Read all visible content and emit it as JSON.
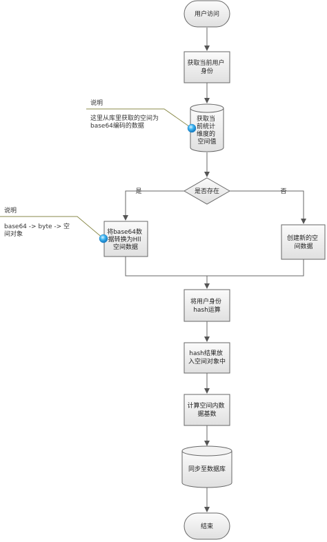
{
  "nodes": {
    "start": [
      "用户访问"
    ],
    "get_identity": [
      "获取当前用户",
      "身份"
    ],
    "get_stats": [
      "获取当",
      "前统计",
      "维度的",
      "空间值"
    ],
    "exists": [
      "是否存在"
    ],
    "convert": [
      "将base64数",
      "据转换为Hll",
      "空间数据"
    ],
    "create": [
      "创建新的空",
      "间数据"
    ],
    "hash": [
      "将用户身份",
      "hash运算"
    ],
    "put": [
      "hash结果放",
      "入空间对象中"
    ],
    "count": [
      "计算空间内数",
      "据基数"
    ],
    "sync": [
      "同步至数据库"
    ],
    "end": [
      "结束"
    ]
  },
  "edges": {
    "yes": "是",
    "no": "否"
  },
  "notes": {
    "note1": {
      "title": "说明",
      "lines": [
        "这里从库里获取的空间为",
        "base64编码的数据"
      ]
    },
    "note2": {
      "title": "说明",
      "lines": [
        "base64 -> byte -> 空",
        "间对象"
      ]
    }
  },
  "colors": {
    "node_fill_top": "#fafafa",
    "node_fill_bottom": "#e2e2e2",
    "stroke": "#666666",
    "note_line": "#8a8a4a",
    "dot": "#2aa3e6"
  }
}
